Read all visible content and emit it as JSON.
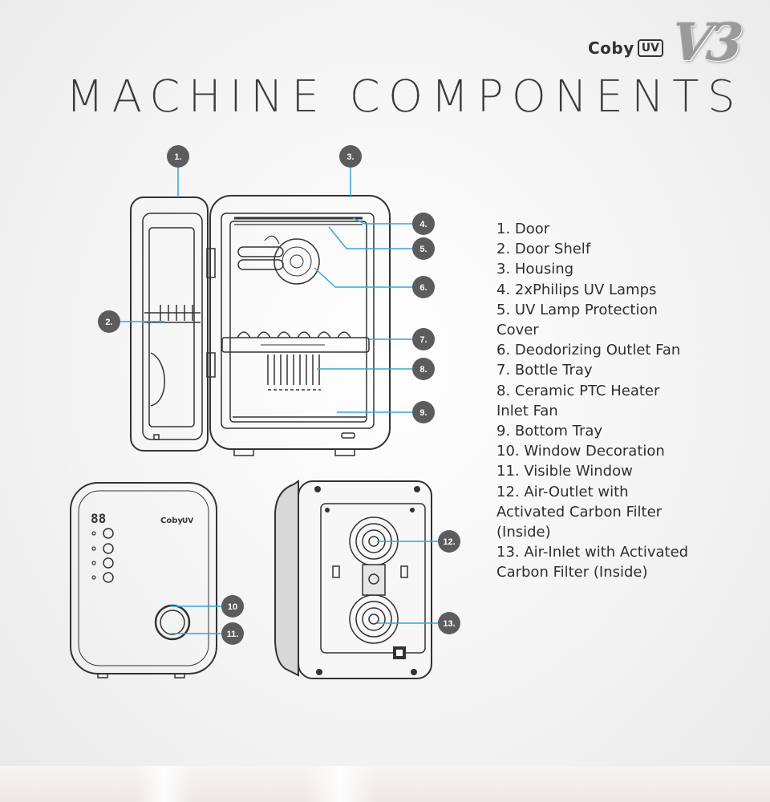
{
  "brand": {
    "name": "Coby",
    "uv_badge": "UV",
    "version": "V3"
  },
  "title": "MACHINE COMPONENTS",
  "callouts": [
    "1.",
    "2.",
    "3.",
    "4.",
    "5.",
    "6.",
    "7.",
    "8.",
    "9.",
    "10",
    "11.",
    "12.",
    "13."
  ],
  "legend": [
    "1. Door",
    "2. Door Shelf",
    "3. Housing",
    "4. 2xPhilips UV Lamps",
    "5. UV Lamp Protection",
    "Cover",
    "6. Deodorizing Outlet Fan",
    "7. Bottle Tray",
    "8. Ceramic PTC Heater",
    "Inlet Fan",
    "9. Bottom Tray",
    "10. Window Decoration",
    "11. Visible Window",
    "12. Air-Outlet with",
    "Activated Carbon Filter",
    "(Inside)",
    "13. Air-Inlet with Activated",
    "Carbon Filter (Inside)"
  ],
  "front_panel": {
    "display": "88",
    "logo_name": "Coby",
    "logo_uv": "UV"
  },
  "colors": {
    "callout_bg": "#5c5c5c",
    "leader": "#33a8d8",
    "outline": "#333333"
  }
}
